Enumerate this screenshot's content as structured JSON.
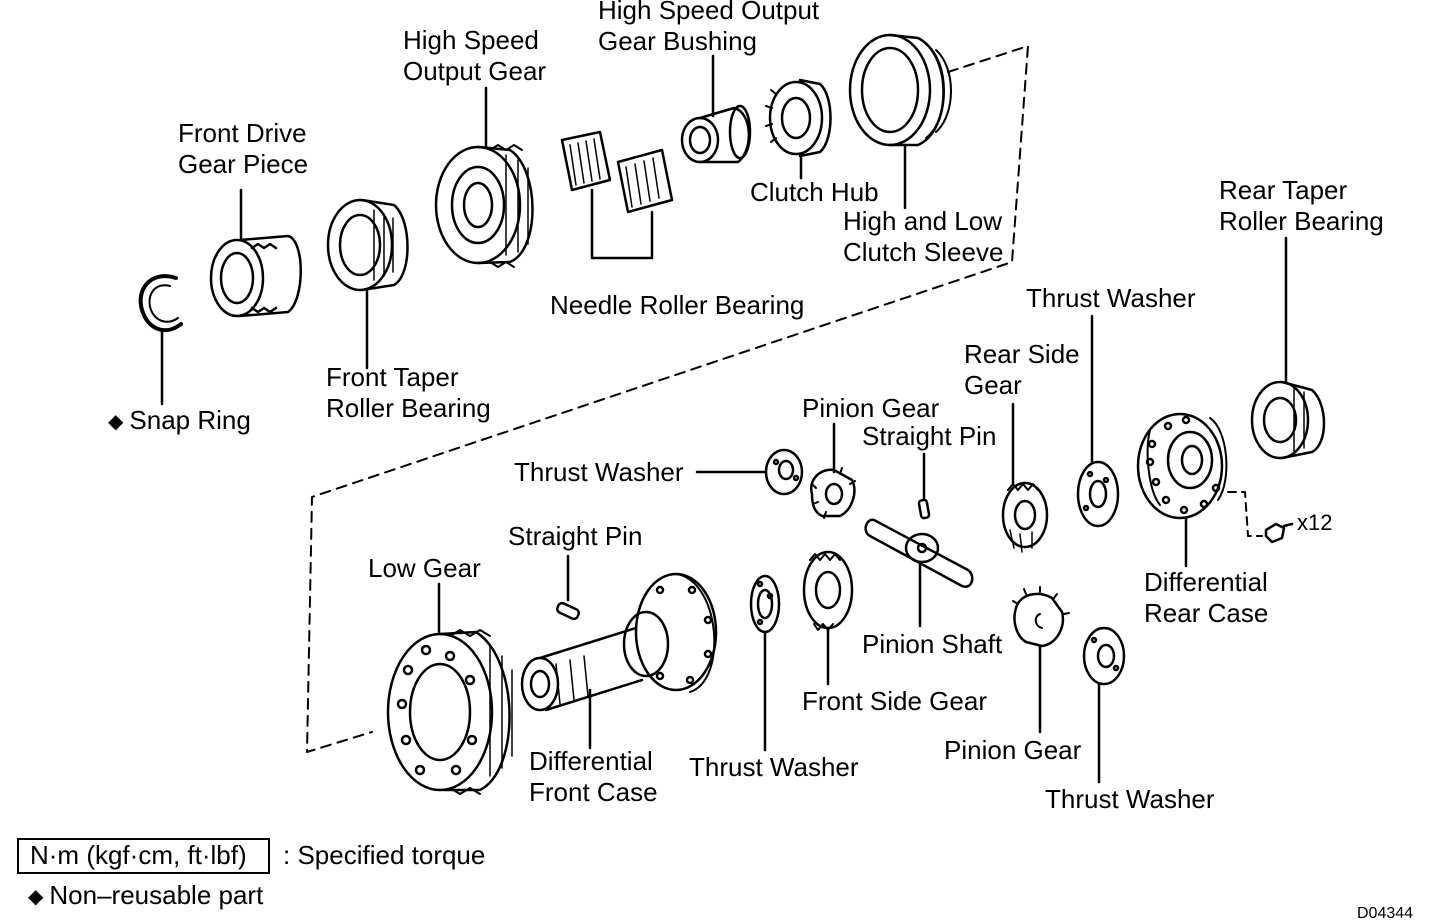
{
  "parts": {
    "high_speed_output_gear_bushing": [
      "High Speed Output",
      "Gear Bushing"
    ],
    "high_speed_output_gear": [
      "High Speed",
      "Output Gear"
    ],
    "front_drive_gear_piece": [
      "Front Drive",
      "Gear Piece"
    ],
    "clutch_hub": "Clutch Hub",
    "high_low_clutch_sleeve": [
      "High and Low",
      "Clutch Sleeve"
    ],
    "rear_taper_roller_bearing": [
      "Rear Taper",
      "Roller Bearing"
    ],
    "needle_roller_bearing": "Needle Roller Bearing",
    "thrust_washer_top": "Thrust Washer",
    "rear_side_gear": [
      "Rear Side",
      "Gear"
    ],
    "front_taper_roller_bearing": [
      "Front Taper",
      "Roller Bearing"
    ],
    "snap_ring": "Snap Ring",
    "pinion_gear_top": "Pinion Gear",
    "straight_pin_right": "Straight Pin",
    "thrust_washer_left": "Thrust Washer",
    "bolt_count": "x12",
    "straight_pin_left": "Straight Pin",
    "differential_rear_case": [
      "Differential",
      "Rear Case"
    ],
    "low_gear": "Low Gear",
    "pinion_shaft": "Pinion Shaft",
    "front_side_gear": "Front Side Gear",
    "differential_front_case": [
      "Differential",
      "Front Case"
    ],
    "thrust_washer_mid": "Thrust Washer",
    "pinion_gear_bottom": "Pinion Gear",
    "thrust_washer_bottom": "Thrust Washer"
  },
  "legend": {
    "torque_units": "N·m (kgf·cm, ft·lbf)",
    "torque_text": ": Specified torque",
    "non_reusable_text": "Non–reusable part",
    "diamond_symbol": "◆"
  },
  "figure_code": "D04344"
}
